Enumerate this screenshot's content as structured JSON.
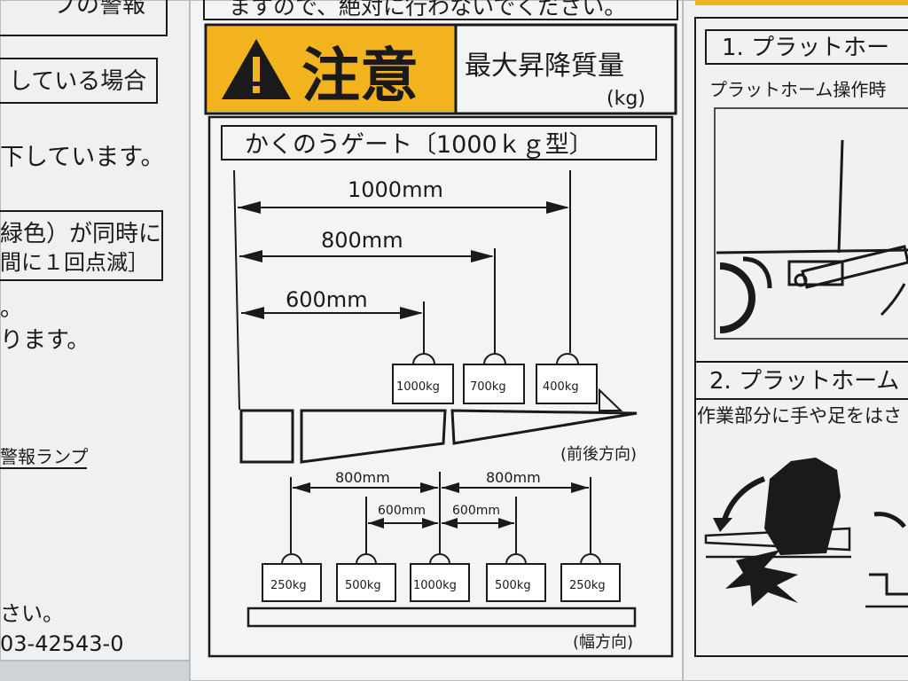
{
  "left_panel": {
    "top_text": "プの警報",
    "box_text": "している場合",
    "line1": "下しています。",
    "box2_line1": "緑色）が同時に",
    "box2_line2": "間に１回点滅］",
    "line2": "。",
    "line3": "ります。",
    "lamp_label": "警報ランプ",
    "bottom_text": "さい。",
    "part_number": "03-42543-0"
  },
  "center_panel": {
    "top_text": "ますので、絶対に行わないでください。",
    "caution_label": "注意",
    "max_load_title": "最大昇降質量",
    "max_load_unit": "(kg)",
    "gate_title": "かくのうゲート〔1000ｋｇ型〕",
    "front_rear": {
      "dimensions": [
        "1000mm",
        "800mm",
        "600mm"
      ],
      "weights": [
        "1000kg",
        "700kg",
        "400kg"
      ],
      "direction_label": "(前後方向)"
    },
    "width": {
      "dimensions": [
        "800mm",
        "800mm",
        "600mm",
        "600mm"
      ],
      "weights": [
        "250kg",
        "500kg",
        "1000kg",
        "500kg",
        "250kg"
      ],
      "direction_label": "(幅方向)"
    }
  },
  "right_panel": {
    "step1_title": "1. プラットホー",
    "step1_text": "プラットホーム操作時",
    "step2_title": "2. プラットホーム",
    "step2_text": "作業部分に手や足をはさ"
  },
  "colors": {
    "caution_yellow": "#f2b31f",
    "panel_white": "#f3f4f5",
    "ink": "#1a1a1a"
  }
}
